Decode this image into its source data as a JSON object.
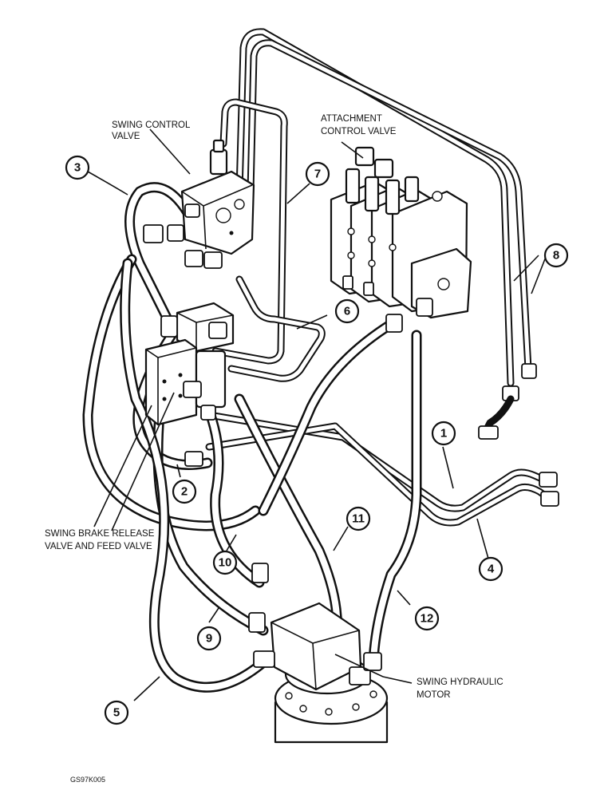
{
  "labels": {
    "swing_control_valve": [
      "SWING CONTROL",
      "VALVE"
    ],
    "attachment_control_valve": [
      "ATTACHMENT",
      "CONTROL VALVE"
    ],
    "swing_brake_release_valve": [
      "SWING BRAKE RELEASE",
      "VALVE AND FEED VALVE"
    ],
    "swing_hydraulic_motor": [
      "SWING HYDRAULIC",
      "MOTOR"
    ]
  },
  "callouts": [
    "1",
    "2",
    "3",
    "4",
    "5",
    "6",
    "7",
    "8",
    "9",
    "10",
    "11",
    "12"
  ],
  "figure_code": "GS97K005"
}
